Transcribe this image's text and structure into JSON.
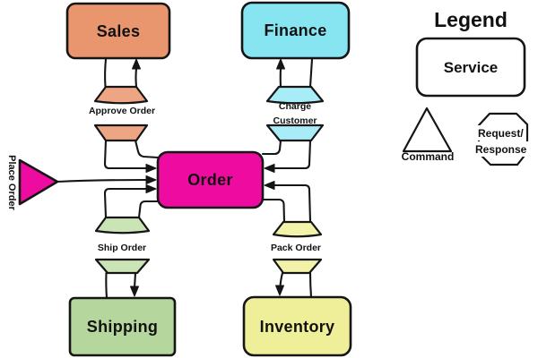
{
  "diagram": {
    "kind": "request-response service diagram",
    "connections": [
      {
        "from": "Order",
        "to": "Sales",
        "via": "Approve Order",
        "pattern": "request/response"
      },
      {
        "from": "Order",
        "to": "Finance",
        "via": "Charge Customer",
        "pattern": "request/response"
      },
      {
        "from": "Order",
        "to": "Shipping",
        "via": "Ship Order",
        "pattern": "request/response"
      },
      {
        "from": "Order",
        "to": "Inventory",
        "via": "Pack Order",
        "pattern": "request/response"
      },
      {
        "from": "Place Order",
        "to": "Order",
        "pattern": "command"
      }
    ]
  },
  "nodes": {
    "sales": {
      "label": "Sales",
      "color": "#E9966E"
    },
    "finance": {
      "label": "Finance",
      "color": "#87E5F2"
    },
    "order": {
      "label": "Order",
      "color": "#EE0CA0"
    },
    "shipping": {
      "label": "Shipping",
      "color": "#B5D79E"
    },
    "inventory": {
      "label": "Inventory",
      "color": "#EFEF9A"
    }
  },
  "interactions": {
    "approve": {
      "label": "Approve Order",
      "color": "#EDA583"
    },
    "charge": {
      "line1": "Charge",
      "line2": "Customer",
      "color": "#A8ECF7"
    },
    "ship": {
      "label": "Ship Order",
      "color": "#CBE4B5"
    },
    "pack": {
      "label": "Pack Order",
      "color": "#F2F3A8"
    }
  },
  "command": {
    "label": "Place Order",
    "color": "#EE0CA0"
  },
  "legend": {
    "title": "Legend",
    "service": "Service",
    "command": "Command",
    "request1": "Request/",
    "request2": "Response"
  },
  "colors": {
    "stroke": "#151515",
    "background": "#ffffff",
    "legend_shape_fill": "#ffffff"
  }
}
